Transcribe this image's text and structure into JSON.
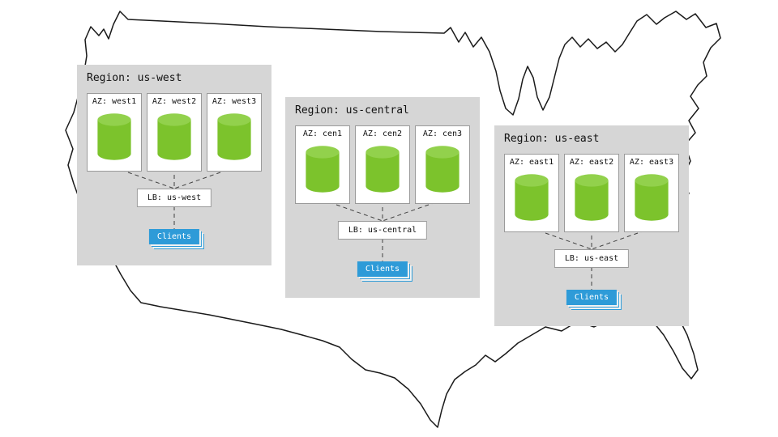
{
  "diagram": {
    "description_hint": "US map with three cloud regions",
    "regions": [
      {
        "title": "Region: us-west",
        "azs": [
          "AZ: west1",
          "AZ: west2",
          "AZ: west3"
        ],
        "lb": "LB: us-west",
        "clients": "Clients"
      },
      {
        "title": "Region: us-central",
        "azs": [
          "AZ: cen1",
          "AZ: cen2",
          "AZ: cen3"
        ],
        "lb": "LB: us-central",
        "clients": "Clients"
      },
      {
        "title": "Region: us-east",
        "azs": [
          "AZ: east1",
          "AZ: east2",
          "AZ: east3"
        ],
        "lb": "LB: us-east",
        "clients": "Clients"
      }
    ]
  },
  "colors": {
    "region_bg": "#d6d6d6",
    "az_bg": "#ffffff",
    "border": "#9a9a9a",
    "cylinder_body": "#7cc32c",
    "cylinder_top": "#92d14c",
    "clients_bg": "#2e9bd8",
    "clients_text": "#ffffff",
    "connector": "#404040",
    "map_stroke": "#1a1a1a"
  }
}
